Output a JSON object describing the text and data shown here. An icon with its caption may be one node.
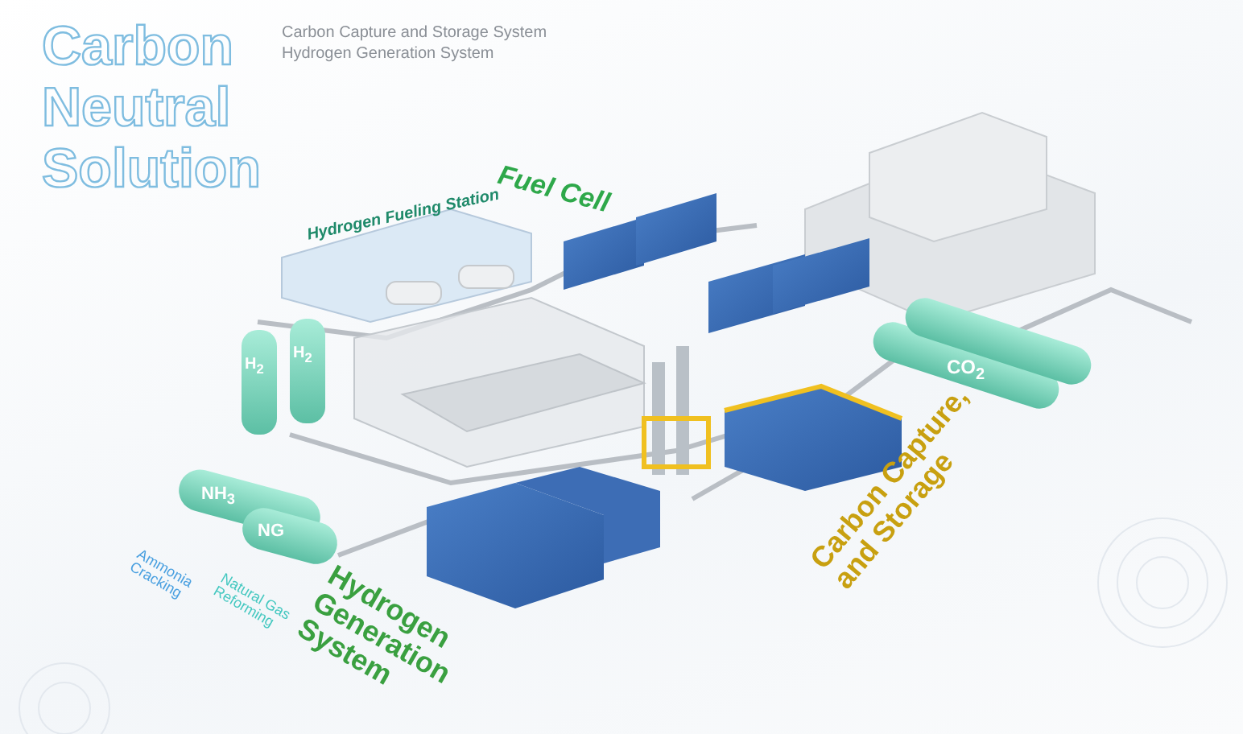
{
  "diagram": {
    "title": "Carbon Neutral Solution",
    "labels": [
      "Carbon Capture and Storage System",
      "Hydrogen Generation System",
      "Fuel Cell",
      "Hydrogen Fueling Station",
      "H$_{2}$",
      "H$_{2}$",
      "CO$_{2}$",
      "NH$_{3}$",
      "NG",
      "Ammonia Cracking",
      "Natural Gas Reforming",
      "Hydrogen Generation System",
      "Carbon Capture, and Storage"
    ]
  }
}
